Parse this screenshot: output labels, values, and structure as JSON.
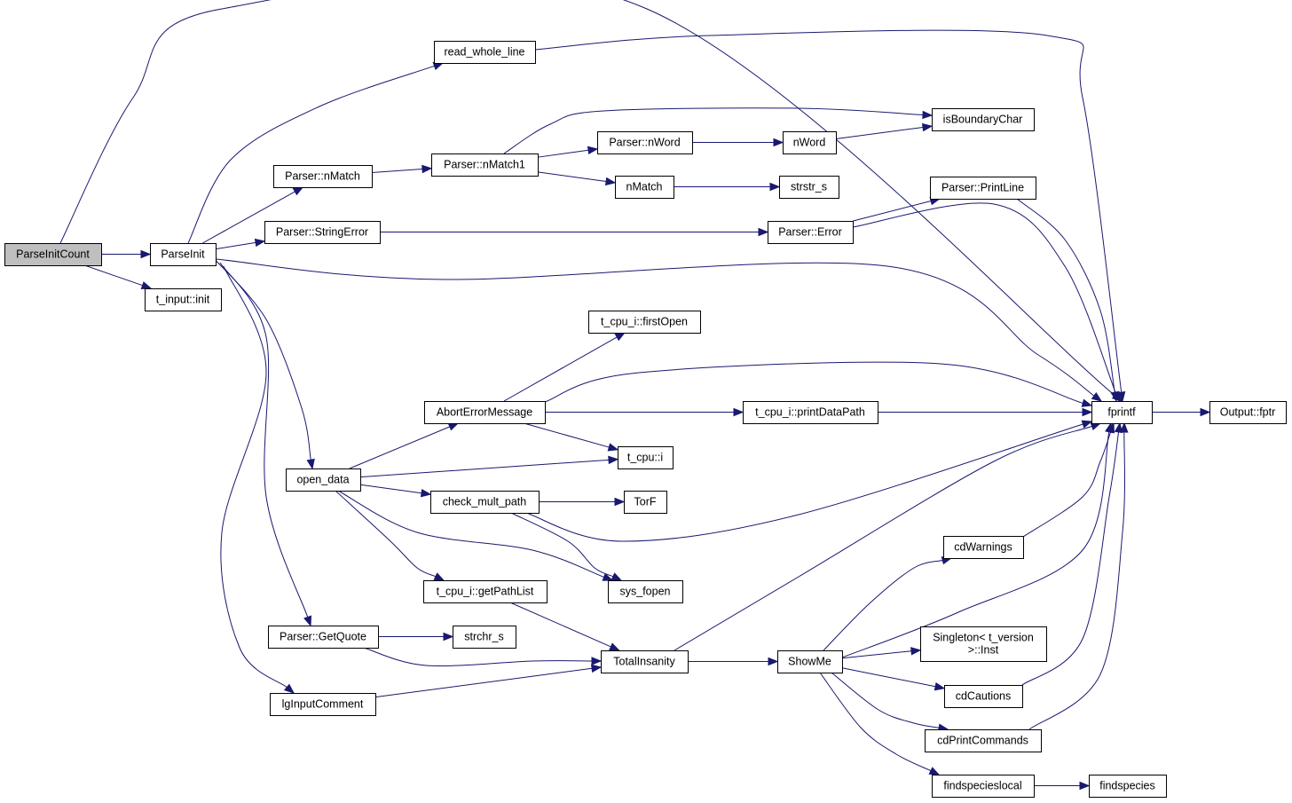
{
  "nodes": [
    {
      "id": "ParseInitCount",
      "lines": [
        "ParseInitCount"
      ],
      "root": true
    },
    {
      "id": "ParseInit",
      "lines": [
        "ParseInit"
      ]
    },
    {
      "id": "t_input_init",
      "lines": [
        "t_input::init"
      ]
    },
    {
      "id": "read_whole_line",
      "lines": [
        "read_whole_line"
      ]
    },
    {
      "id": "Parser_nMatch",
      "lines": [
        "Parser::nMatch"
      ]
    },
    {
      "id": "Parser_StringError",
      "lines": [
        "Parser::StringError"
      ]
    },
    {
      "id": "open_data",
      "lines": [
        "open_data"
      ]
    },
    {
      "id": "Parser_GetQuote",
      "lines": [
        "Parser::GetQuote"
      ]
    },
    {
      "id": "lgInputComment",
      "lines": [
        "lgInputComment"
      ]
    },
    {
      "id": "Parser_nMatch1",
      "lines": [
        "Parser::nMatch1"
      ]
    },
    {
      "id": "AbortErrorMessage",
      "lines": [
        "AbortErrorMessage"
      ]
    },
    {
      "id": "check_mult_path",
      "lines": [
        "check_mult_path"
      ]
    },
    {
      "id": "t_cpu_i_getPathList",
      "lines": [
        "t_cpu_i::getPathList"
      ]
    },
    {
      "id": "strchr_s",
      "lines": [
        "strchr_s"
      ]
    },
    {
      "id": "Parser_nWord",
      "lines": [
        "Parser::nWord"
      ]
    },
    {
      "id": "nMatch",
      "lines": [
        "nMatch"
      ]
    },
    {
      "id": "t_cpu_i_firstOpen",
      "lines": [
        "t_cpu_i::firstOpen"
      ]
    },
    {
      "id": "t_cpu_i",
      "lines": [
        "t_cpu::i"
      ]
    },
    {
      "id": "TorF",
      "lines": [
        "TorF"
      ]
    },
    {
      "id": "sys_fopen",
      "lines": [
        "sys_fopen"
      ]
    },
    {
      "id": "TotalInsanity",
      "lines": [
        "TotalInsanity"
      ]
    },
    {
      "id": "t_cpu_i_printDataPath",
      "lines": [
        "t_cpu_i::printDataPath"
      ]
    },
    {
      "id": "ShowMe",
      "lines": [
        "ShowMe"
      ]
    },
    {
      "id": "nWord",
      "lines": [
        "nWord"
      ]
    },
    {
      "id": "strstr_s",
      "lines": [
        "strstr_s"
      ]
    },
    {
      "id": "Parser_Error",
      "lines": [
        "Parser::Error"
      ]
    },
    {
      "id": "isBoundaryChar",
      "lines": [
        "isBoundaryChar"
      ]
    },
    {
      "id": "Parser_PrintLine",
      "lines": [
        "Parser::PrintLine"
      ]
    },
    {
      "id": "cdWarnings",
      "lines": [
        "cdWarnings"
      ]
    },
    {
      "id": "Singleton_Inst",
      "lines": [
        "Singleton< t_version",
        ">::Inst"
      ]
    },
    {
      "id": "cdCautions",
      "lines": [
        "cdCautions"
      ]
    },
    {
      "id": "cdPrintCommands",
      "lines": [
        "cdPrintCommands"
      ]
    },
    {
      "id": "findspecieslocal",
      "lines": [
        "findspecieslocal"
      ]
    },
    {
      "id": "fprintf",
      "lines": [
        "fprintf"
      ]
    },
    {
      "id": "findspecies",
      "lines": [
        "findspecies"
      ]
    },
    {
      "id": "Output_fptr",
      "lines": [
        "Output::fptr"
      ]
    }
  ],
  "edges": [
    [
      "ParseInitCount",
      "fprintf"
    ],
    [
      "ParseInitCount",
      "ParseInit"
    ],
    [
      "ParseInitCount",
      "t_input_init"
    ],
    [
      "ParseInit",
      "read_whole_line"
    ],
    [
      "ParseInit",
      "Parser_nMatch"
    ],
    [
      "ParseInit",
      "Parser_StringError"
    ],
    [
      "ParseInit",
      "fprintf"
    ],
    [
      "ParseInit",
      "open_data"
    ],
    [
      "ParseInit",
      "Parser_GetQuote"
    ],
    [
      "ParseInit",
      "lgInputComment"
    ],
    [
      "read_whole_line",
      "fprintf"
    ],
    [
      "Parser_nMatch",
      "Parser_nMatch1"
    ],
    [
      "Parser_nMatch1",
      "isBoundaryChar"
    ],
    [
      "Parser_nMatch1",
      "Parser_nWord"
    ],
    [
      "Parser_nMatch1",
      "nMatch"
    ],
    [
      "Parser_nWord",
      "nWord"
    ],
    [
      "nWord",
      "isBoundaryChar"
    ],
    [
      "nMatch",
      "strstr_s"
    ],
    [
      "Parser_StringError",
      "Parser_Error"
    ],
    [
      "Parser_Error",
      "Parser_PrintLine"
    ],
    [
      "Parser_Error",
      "fprintf"
    ],
    [
      "Parser_PrintLine",
      "fprintf"
    ],
    [
      "open_data",
      "AbortErrorMessage"
    ],
    [
      "open_data",
      "t_cpu_i"
    ],
    [
      "open_data",
      "check_mult_path"
    ],
    [
      "open_data",
      "t_cpu_i_getPathList"
    ],
    [
      "open_data",
      "sys_fopen"
    ],
    [
      "AbortErrorMessage",
      "t_cpu_i_firstOpen"
    ],
    [
      "AbortErrorMessage",
      "fprintf"
    ],
    [
      "AbortErrorMessage",
      "t_cpu_i_printDataPath"
    ],
    [
      "AbortErrorMessage",
      "t_cpu_i"
    ],
    [
      "t_cpu_i_printDataPath",
      "fprintf"
    ],
    [
      "check_mult_path",
      "TorF"
    ],
    [
      "check_mult_path",
      "fprintf"
    ],
    [
      "check_mult_path",
      "sys_fopen"
    ],
    [
      "t_cpu_i_getPathList",
      "TotalInsanity"
    ],
    [
      "Parser_GetQuote",
      "strchr_s"
    ],
    [
      "Parser_GetQuote",
      "TotalInsanity"
    ],
    [
      "lgInputComment",
      "TotalInsanity"
    ],
    [
      "TotalInsanity",
      "fprintf"
    ],
    [
      "TotalInsanity",
      "ShowMe"
    ],
    [
      "ShowMe",
      "cdWarnings"
    ],
    [
      "ShowMe",
      "fprintf"
    ],
    [
      "ShowMe",
      "Singleton_Inst"
    ],
    [
      "ShowMe",
      "cdCautions"
    ],
    [
      "ShowMe",
      "cdPrintCommands"
    ],
    [
      "ShowMe",
      "findspecieslocal"
    ],
    [
      "cdWarnings",
      "fprintf"
    ],
    [
      "cdCautions",
      "fprintf"
    ],
    [
      "cdPrintCommands",
      "fprintf"
    ],
    [
      "findspecieslocal",
      "findspecies"
    ],
    [
      "fprintf",
      "Output_fptr"
    ]
  ],
  "colors": {
    "edge": "#191970",
    "node_border": "#000000",
    "root_fill": "#bfbfbf",
    "node_fill": "#ffffff"
  }
}
